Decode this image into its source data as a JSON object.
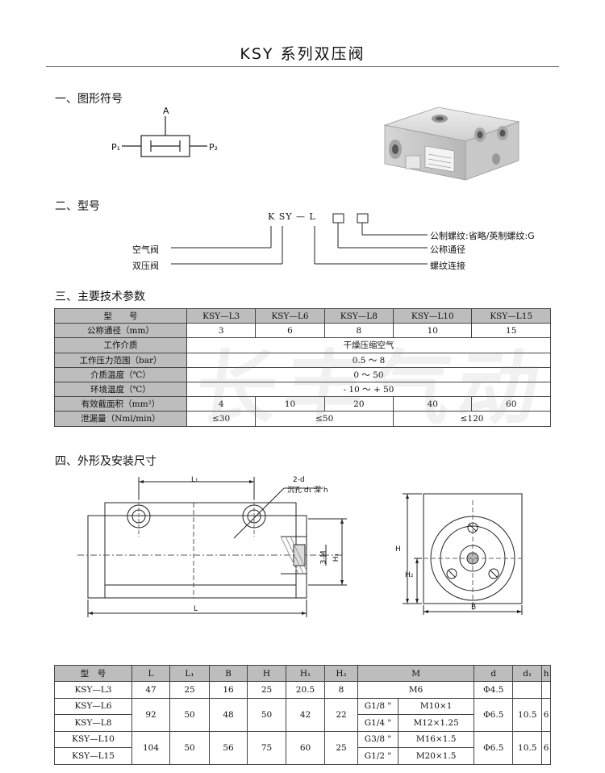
{
  "title": "KSY 系列双压阀",
  "sections": {
    "s1": "一、图形符号",
    "s2": "二、型号",
    "s3": "三、主要技术参数",
    "s4": "四、外形及安装尺寸"
  },
  "symbol": {
    "a": "A",
    "p1": "P₁",
    "p2": "P₂"
  },
  "photo": {
    "label_main": "KSY-L",
    "label_small": "双压阀"
  },
  "model_code": {
    "code": "K SY — L",
    "notes": [
      "公制螺纹:省略/英制螺纹:G",
      "公称通径",
      "螺纹连接"
    ],
    "left_notes": [
      "空气阀",
      "双压阀"
    ]
  },
  "spec_table": {
    "header": [
      "型　　号",
      "KSY—L3",
      "KSY—L6",
      "KSY—L8",
      "KSY—L10",
      "KSY—L15"
    ],
    "rows": [
      {
        "label": "公称通径（mm）",
        "cells": [
          "3",
          "6",
          "8",
          "10",
          "15"
        ]
      },
      {
        "label": "工作介质",
        "span": "干燥压缩空气"
      },
      {
        "label": "工作压力范围（bar）",
        "span": "0.5 ～ 8"
      },
      {
        "label": "介质温度（℃）",
        "span": "0 ～ 50"
      },
      {
        "label": "环境温度（℃）",
        "span": "- 10 ～ + 50"
      },
      {
        "label": "有效截面积（mm²）",
        "cells": [
          "4",
          "10",
          "20",
          "40",
          "60"
        ]
      },
      {
        "label": "泄漏量（Nml/min）",
        "leak": [
          "≤30",
          "≤50",
          "≤120"
        ]
      }
    ]
  },
  "drawing": {
    "l1": "L₁",
    "note_top": "2-d",
    "note_sub": "沉孔 d₁ 深 h",
    "m": "3-M",
    "h1": "H₁",
    "l": "L",
    "h": "H",
    "h2": "H₂",
    "b": "B"
  },
  "watermark": "长丰气动",
  "dims_table": {
    "header": [
      "型　号",
      "L",
      "L₁",
      "B",
      "H",
      "H₁",
      "H₂",
      "M",
      "d",
      "d₁",
      "h"
    ],
    "r1": [
      "KSY—L3",
      "47",
      "25",
      "16",
      "25",
      "20.5",
      "8",
      "M6",
      "Φ4.5",
      "",
      ""
    ],
    "g1": {
      "models": [
        "KSY—L6",
        "KSY—L8"
      ],
      "L": "92",
      "L1": "50",
      "B": "48",
      "H": "50",
      "H1": "42",
      "H2": "22",
      "G": [
        "G1/8 \"",
        "G1/4 \""
      ],
      "M": [
        "M10×1",
        "M12×1.25"
      ],
      "d": "Φ6.5",
      "d1": "10.5",
      "h": "6"
    },
    "g2": {
      "models": [
        "KSY—L10",
        "KSY—L15"
      ],
      "L": "104",
      "L1": "50",
      "B": "56",
      "H": "75",
      "H1": "60",
      "H2": "25",
      "G": [
        "G3/8 \"",
        "G1/2 \""
      ],
      "M": [
        "M16×1.5",
        "M20×1.5"
      ],
      "d": "Φ6.5",
      "d1": "10.5",
      "h": "6"
    }
  }
}
